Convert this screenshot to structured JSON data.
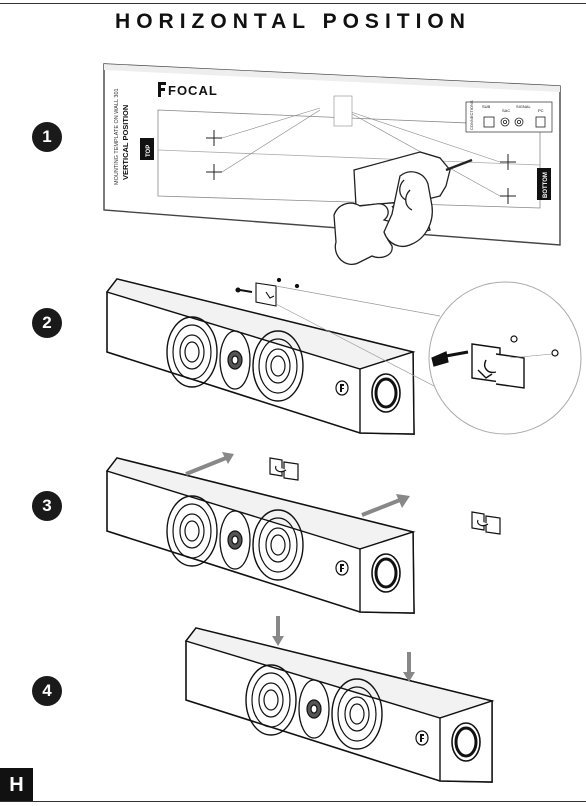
{
  "page": {
    "title": "HORIZONTAL POSITION",
    "section_letter": "H"
  },
  "steps": [
    "1",
    "2",
    "3",
    "4"
  ],
  "template": {
    "brand": "FOCAL",
    "side_text_1": "MOUNTING TEMPLATE ON WALL 301",
    "side_text_2": "VERTICAL POSITION",
    "top_label": "TOP",
    "bottom_label": "BOTTOM",
    "connections_label": "CONNECTIONS",
    "connector_labels": [
      "SUB",
      "SAC",
      "SIGNAL",
      "PC"
    ]
  },
  "icons": [
    "drill-icon",
    "hand-icon",
    "screw-icon",
    "wall-bracket-icon",
    "arrow-icon",
    "speaker-icon"
  ]
}
